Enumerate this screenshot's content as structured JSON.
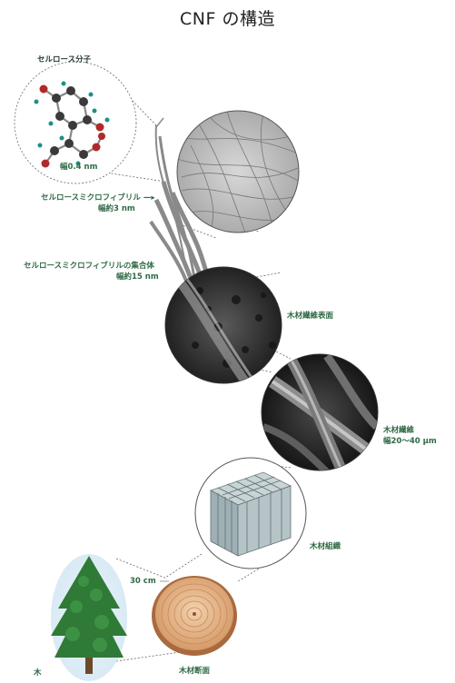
{
  "title": "CNF の構造",
  "labels": {
    "cellulose_molecule": "セルロース分子",
    "width_molecule": "幅0.4 nm",
    "microfibril": "セルロースミクロフィブリル",
    "width_microfibril": "幅約3 nm",
    "microfibril_bundle": "セルロースミクロフィブリルの集合体",
    "width_bundle": "幅約15 nm",
    "wood_fiber_surface": "木材繊維表面",
    "wood_fiber": "木材繊維",
    "width_fiber": "幅20～40 µm",
    "wood_tissue": "木材組織",
    "size_30cm": "30 cm",
    "tree": "木",
    "wood_cross_section": "木材断面"
  },
  "colors": {
    "label_green": "#2f6a45",
    "tree_green": "#2f7a36",
    "wood_ring": "#c98a5a"
  }
}
